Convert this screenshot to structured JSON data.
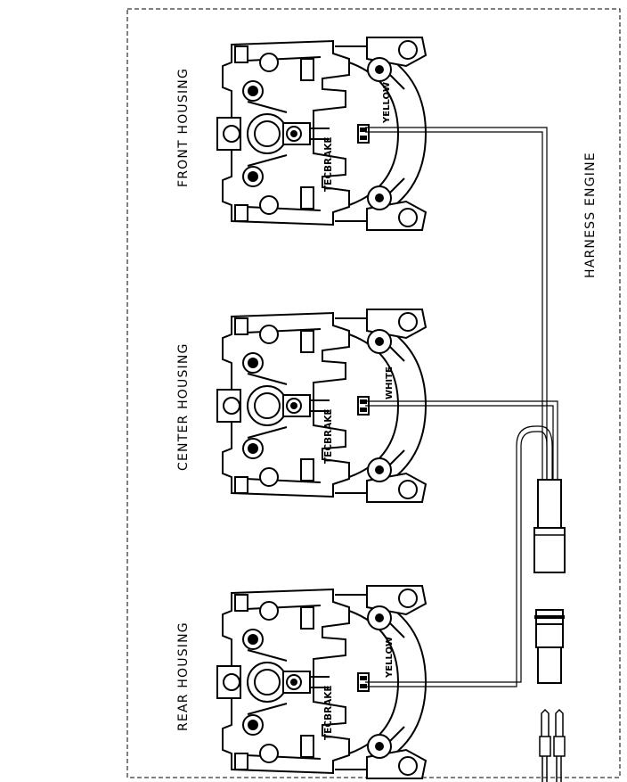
{
  "harness_label": "HARNESS ENGINE",
  "brand_label": "TECBRAKE",
  "housings": [
    {
      "label": "FRONT HOUSING",
      "wire_color": "YELLOW"
    },
    {
      "label": "CENTER HOUSING",
      "wire_color": "WHITE"
    },
    {
      "label": "REAR HOUSING",
      "wire_color": "YELLOW"
    }
  ]
}
